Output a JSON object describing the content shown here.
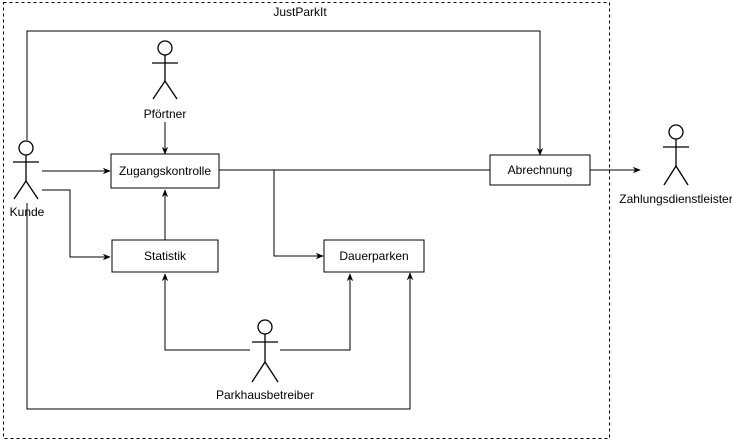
{
  "system": {
    "title": "JustParkIt"
  },
  "components": {
    "zugangskontrolle": "Zugangskontrolle",
    "abrechnung": "Abrechnung",
    "statistik": "Statistik",
    "dauerparken": "Dauerparken"
  },
  "actors": {
    "kunde": "Kunde",
    "pfoertner": "Pförtner",
    "parkhausbetreiber": "Parkhausbetreiber",
    "zahlungsdienstleister": "Zahlungsdienstleister"
  },
  "colors": {
    "stroke": "#000000",
    "fill": "#ffffff",
    "text": "#000000"
  }
}
